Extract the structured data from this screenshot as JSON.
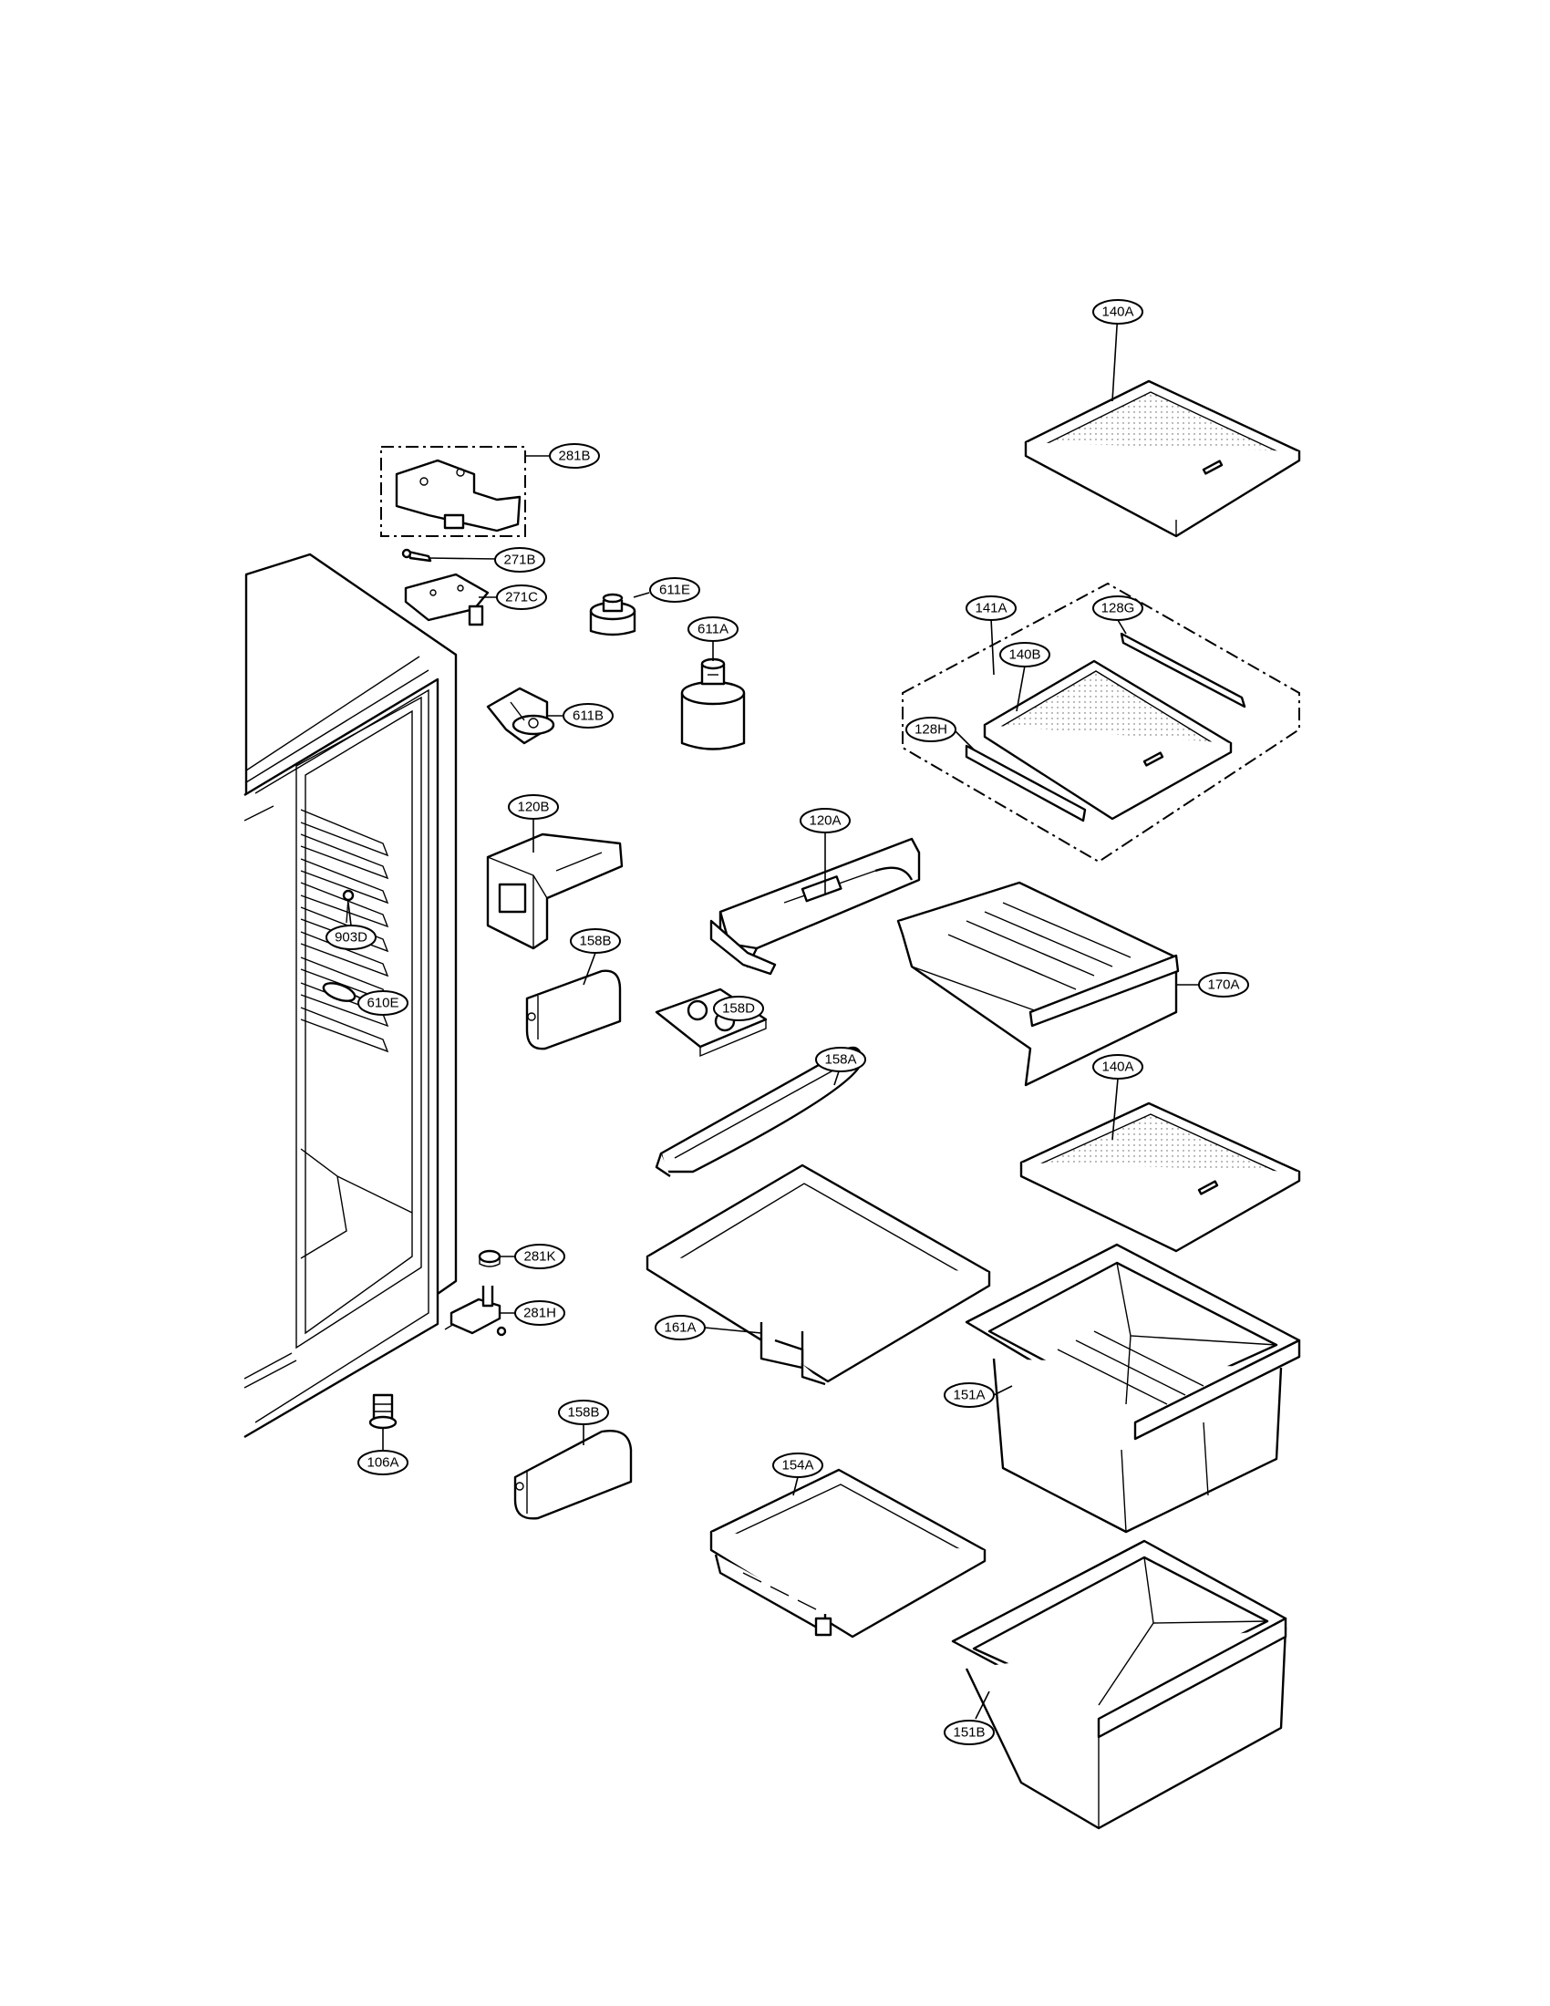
{
  "callouts": [
    {
      "id": "c-140A-top",
      "label": "140A"
    },
    {
      "id": "c-281B",
      "label": "281B"
    },
    {
      "id": "c-271B",
      "label": "271B"
    },
    {
      "id": "c-271C",
      "label": "271C"
    },
    {
      "id": "c-611E",
      "label": "611E"
    },
    {
      "id": "c-611A",
      "label": "611A"
    },
    {
      "id": "c-611B",
      "label": "611B"
    },
    {
      "id": "c-141A",
      "label": "141A"
    },
    {
      "id": "c-128G",
      "label": "128G"
    },
    {
      "id": "c-140B",
      "label": "140B"
    },
    {
      "id": "c-128H",
      "label": "128H"
    },
    {
      "id": "c-120B",
      "label": "120B"
    },
    {
      "id": "c-120A",
      "label": "120A"
    },
    {
      "id": "c-903D",
      "label": "903D"
    },
    {
      "id": "c-610E",
      "label": "610E"
    },
    {
      "id": "c-158B-top",
      "label": "158B"
    },
    {
      "id": "c-158D",
      "label": "158D"
    },
    {
      "id": "c-170A",
      "label": "170A"
    },
    {
      "id": "c-158A",
      "label": "158A"
    },
    {
      "id": "c-140A-mid",
      "label": "140A"
    },
    {
      "id": "c-281K",
      "label": "281K"
    },
    {
      "id": "c-281H",
      "label": "281H"
    },
    {
      "id": "c-161A",
      "label": "161A"
    },
    {
      "id": "c-151A",
      "label": "151A"
    },
    {
      "id": "c-106A",
      "label": "106A"
    },
    {
      "id": "c-158B-bot",
      "label": "158B"
    },
    {
      "id": "c-154A",
      "label": "154A"
    },
    {
      "id": "c-151B",
      "label": "151B"
    }
  ]
}
